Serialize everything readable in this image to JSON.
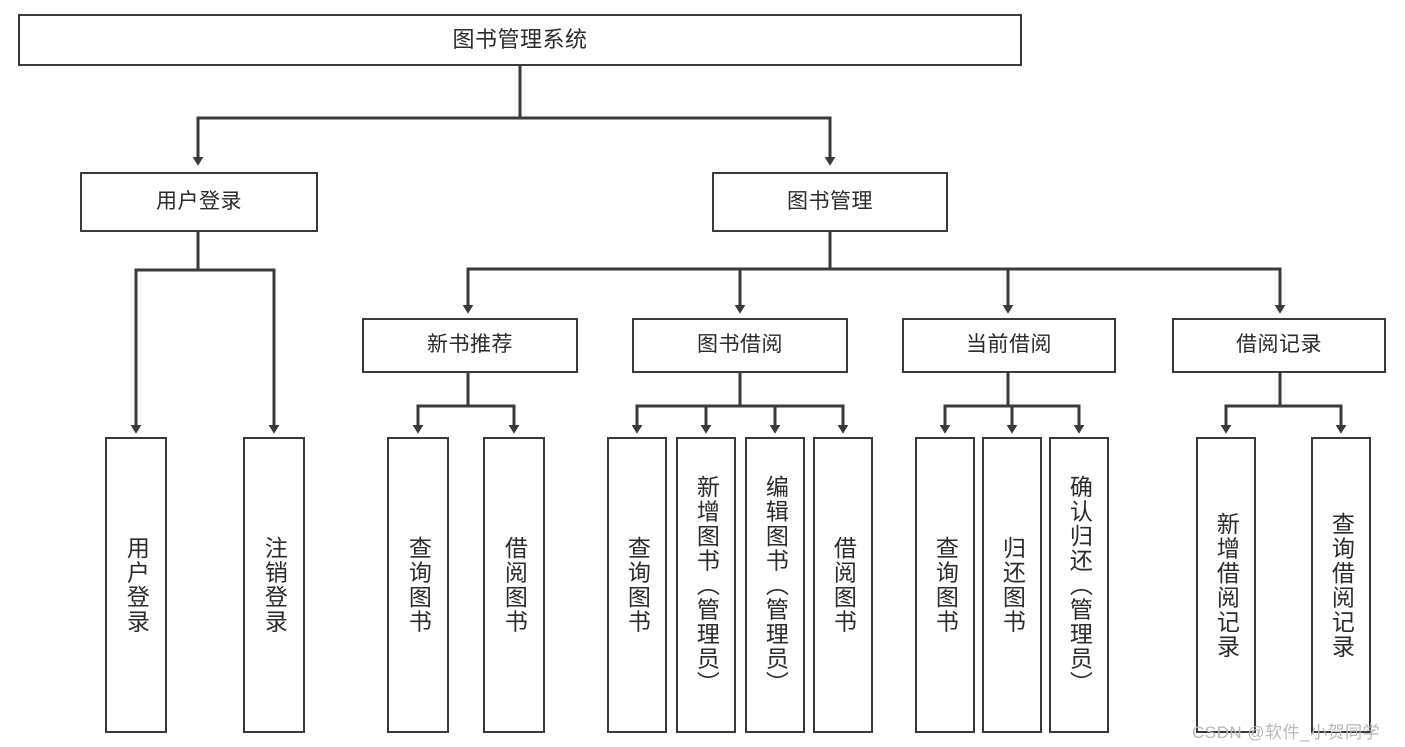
{
  "diagram": {
    "type": "tree",
    "title": "图书管理系统",
    "orientation": "top-down",
    "colors": {
      "node_border": "#3a3a3a",
      "node_fill": "#ffffff",
      "edge": "#3a3a3a",
      "text": "#2b2b2b",
      "watermark": "#b8b8b8",
      "background": "#ffffff"
    }
  },
  "watermark": {
    "text": "CSDN @软件_小贺同学"
  },
  "nodes": {
    "root": {
      "id": "root",
      "label": "图书管理系统",
      "level": 0,
      "orientation": "horizontal"
    },
    "level1": [
      {
        "id": "user-login",
        "label": "用户登录",
        "level": 1,
        "orientation": "horizontal"
      },
      {
        "id": "book-manage",
        "label": "图书管理",
        "level": 1,
        "orientation": "horizontal"
      }
    ],
    "level2": [
      {
        "id": "new-book-recommend",
        "label": "新书推荐",
        "level": 2,
        "orientation": "horizontal",
        "parent": "book-manage"
      },
      {
        "id": "book-borrow",
        "label": "图书借阅",
        "level": 2,
        "orientation": "horizontal",
        "parent": "book-manage"
      },
      {
        "id": "current-borrow",
        "label": "当前借阅",
        "level": 2,
        "orientation": "horizontal",
        "parent": "book-manage"
      },
      {
        "id": "borrow-record",
        "label": "借阅记录",
        "level": 2,
        "orientation": "horizontal",
        "parent": "book-manage"
      }
    ],
    "leaves": [
      {
        "id": "leaf-user-login",
        "label": "用户登录",
        "parent": "user-login",
        "orientation": "vertical"
      },
      {
        "id": "leaf-logout-login",
        "label": "注销登录",
        "parent": "user-login",
        "orientation": "vertical"
      },
      {
        "id": "leaf-query-book-1",
        "label": "查询图书",
        "parent": "new-book-recommend",
        "orientation": "vertical"
      },
      {
        "id": "leaf-borrow-book-1",
        "label": "借阅图书",
        "parent": "new-book-recommend",
        "orientation": "vertical"
      },
      {
        "id": "leaf-query-book-2",
        "label": "查询图书",
        "parent": "book-borrow",
        "orientation": "vertical"
      },
      {
        "id": "leaf-add-book",
        "label": "新增图书（管理员）",
        "parent": "book-borrow",
        "orientation": "vertical"
      },
      {
        "id": "leaf-edit-book",
        "label": "编辑图书（管理员）",
        "parent": "book-borrow",
        "orientation": "vertical"
      },
      {
        "id": "leaf-borrow-book-2",
        "label": "借阅图书",
        "parent": "book-borrow",
        "orientation": "vertical"
      },
      {
        "id": "leaf-query-book-3",
        "label": "查询图书",
        "parent": "current-borrow",
        "orientation": "vertical"
      },
      {
        "id": "leaf-return-book",
        "label": "归还图书",
        "parent": "current-borrow",
        "orientation": "vertical"
      },
      {
        "id": "leaf-confirm-return",
        "label": "确认归还（管理员）",
        "parent": "current-borrow",
        "orientation": "vertical"
      },
      {
        "id": "leaf-add-borrow-record",
        "label": "新增借阅记录",
        "parent": "borrow-record",
        "orientation": "vertical"
      },
      {
        "id": "leaf-query-borrow-record",
        "label": "查询借阅记录",
        "parent": "borrow-record",
        "orientation": "vertical"
      }
    ]
  }
}
